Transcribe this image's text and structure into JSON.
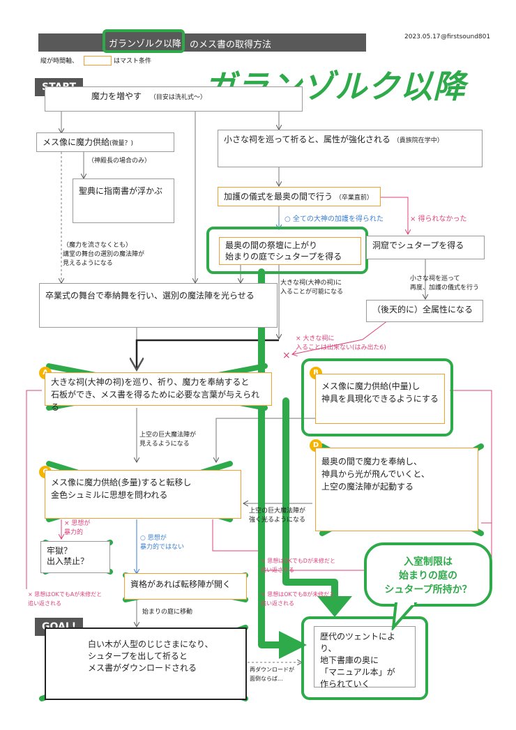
{
  "header": {
    "title_prefix": "ガランゾルク以降",
    "title_suffix": "のメス書の取得方法",
    "date": "2023.05.17",
    "handle": "@firstsound801",
    "legend_time": "縦が時間軸、",
    "legend_must": "はマスト条件",
    "big_title": "ガランゾルク以降"
  },
  "start_label": "START",
  "goal_label": "GOAL!",
  "nodes": {
    "mana_up": "魔力を増やす",
    "mana_up_note": "（目安は洗礼式～）",
    "mes_supply": "メス像に魔力供給",
    "mes_supply_note": "(微量？)",
    "shinden_note": "（神殿長の場合のみ）",
    "seiten": "聖典に指南書が浮かぶ",
    "small_shrine": "小さな祠を巡って祈ると、属性が強化される",
    "small_shrine_note": "（貴族院在学中）",
    "kago_ritual": "加護の儀式を最奥の間で行う",
    "kago_ritual_note": "（卒業直前）",
    "got_all": "○ 全ての大神の加護を得られた",
    "not_got": "× 得られなかった",
    "okuoku_line1": "最奥の間の祭壇に上がり",
    "okuoku_line2": "始まりの庭でシュタープを得る",
    "doukutsu": "洞窟でシュタープを得る",
    "small_shrine_again": "小さな祠を巡って\n再度、加護の儀式を行う",
    "mana_not_flow": "（魔力を流さなくとも）\n講堂の舞台の選別の魔法陣が\n見えるようになる",
    "graduation": "卒業式の舞台で奉納舞を行い、選別の魔法陣を光らせる",
    "big_shrine_enter": "大きな祠(大神の祠)に\n入ることが可能になる",
    "all_attr": "（後天的に）全属性になる",
    "big_shrine_no": "× 大きな祠に\n入ることは出来ない(はみ出た6)",
    "A_line1": "大きな祠(大神の祠)を巡り、祈り、魔力を奉納すると",
    "A_line2": "石板ができ、メス書を得るために必要な言葉が与えられる",
    "B_line1": "メス像に魔力供給(中量)し",
    "B_line2": "神具を具現化できるようにする",
    "sky_circle_visible": "上空の巨大魔法陣が\n見えるようになる",
    "C_line1": "メス像に魔力供給(多量)すると転移し",
    "C_line2": "金色シュミルに思想を問われる",
    "D_line1": "最奥の間で魔力を奉納し、",
    "D_line2": "神具から光が飛んでいくと、",
    "D_line3": "上空の魔法陣が起動する",
    "sky_circle_glow": "上空の巨大魔法陣が\n強く光るようになる",
    "violent": "× 思想が\n暴力的",
    "not_violent": "○ 思想が\n暴力的ではない",
    "jail_line1": "牢獄？",
    "jail_line2": "出入禁止？",
    "qualified": "資格があれば転移陣が開く",
    "move_garden": "始まりの庭に移動",
    "goal_line1": "白い木が人型のじじさまになり、",
    "goal_line2": "シュタープを出して祈ると",
    "goal_line3": "メス書がダウンロードされる",
    "redownload": "再ダウンロードが\n面倒ならば...",
    "library_line1": "歴代のツェントにより、",
    "library_line2": "地下書庫の奥に",
    "library_line3": "「マニュアル本」が",
    "library_line4": "作られていく",
    "back_a": "× 思想はOKでもAが未修だと\n追い返される",
    "back_b": "× 思想はOKでもBが未修だと\n追い返される",
    "back_d": "× 思想はOKでもDが未修だと\n追い返される",
    "speech_line1": "入室制限は",
    "speech_line2": "始まりの庭の",
    "speech_line3": "シュタープ所持か？"
  },
  "badges": {
    "a": "A",
    "b": "B",
    "c": "C",
    "d": "D"
  },
  "colors": {
    "green": "#2eaa4a",
    "orange": "#f0a030",
    "pink": "#e0407a",
    "blue": "#3a7fd5",
    "header_bg": "#595959"
  }
}
